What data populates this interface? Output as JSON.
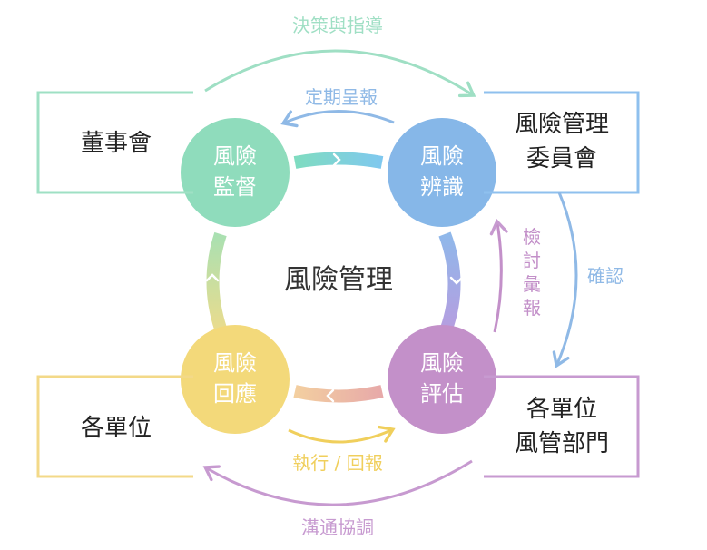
{
  "center": {
    "label": "風險管理"
  },
  "circles": [
    {
      "id": "monitor",
      "line1": "風險",
      "line2": "監督",
      "color": "#8fdcbc"
    },
    {
      "id": "identify",
      "line1": "風險",
      "line2": "辨識",
      "color": "#86b7e8"
    },
    {
      "id": "assess",
      "line1": "風險",
      "line2": "評估",
      "color": "#c390c9"
    },
    {
      "id": "respond",
      "line1": "風險",
      "line2": "回應",
      "color": "#f3d97a"
    }
  ],
  "boxes": {
    "board": {
      "lines": [
        "董事會"
      ],
      "color": "#9fe0c4"
    },
    "committee": {
      "lines": [
        "風險管理",
        "委員會"
      ],
      "color": "#8fc0ee"
    },
    "units": {
      "lines": [
        "各單位"
      ],
      "color": "#f3d988"
    },
    "dept": {
      "lines": [
        "各單位",
        "風管部門"
      ],
      "color": "#c79ad0"
    }
  },
  "flows": {
    "decision": {
      "label": "決策與指導",
      "color": "#9fdfc4"
    },
    "report": {
      "label": "定期呈報",
      "color": "#8fb9e6"
    },
    "confirm": {
      "label": "確認",
      "color": "#8fb9e6"
    },
    "review": {
      "label": "檢討彙報",
      "color": "#c390c9"
    },
    "execute": {
      "label": "執行 / 回報",
      "color": "#f0cf5c"
    },
    "communicate": {
      "label": "溝通協調",
      "color": "#c79ad0"
    }
  }
}
